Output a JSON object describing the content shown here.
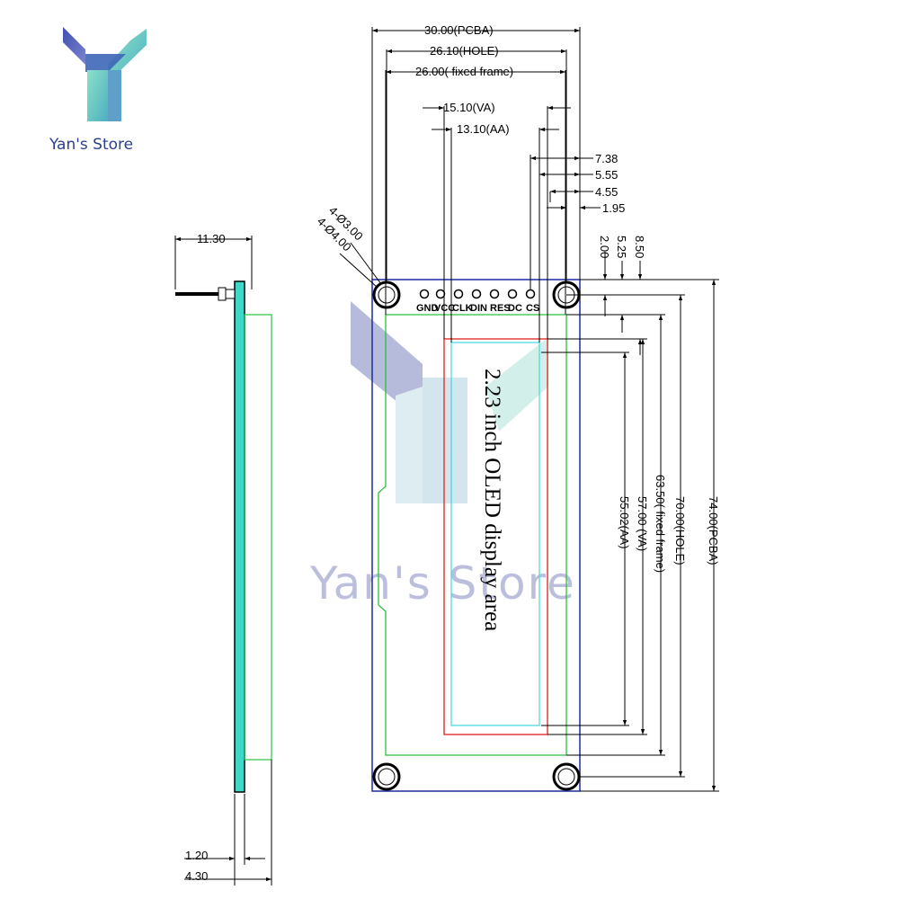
{
  "brand": {
    "store_name": "Yan's Store",
    "watermark": "Yan's Store"
  },
  "display_label": "2.23 inch OLED display area",
  "pins": [
    "GND",
    "VCC",
    "CLK",
    "DIN",
    "RES",
    "DC",
    "CS"
  ],
  "dimensions": {
    "top": {
      "pcba": "30.00(PCBA)",
      "hole": "26.10(HOLE)",
      "fixed_frame": "26.00( fixed frame)",
      "va": "15.10(VA)",
      "aa": "13.10(AA)",
      "d738": "7.38",
      "d555": "5.55",
      "d455": "4.55",
      "d195": "1.95"
    },
    "holes": {
      "hole_small": "4-Ø3.00",
      "hole_large": "4-Ø4.00"
    },
    "right": {
      "d200": "2.00",
      "d525": "5.25",
      "d850": "8.50",
      "pcba": "74.00(PCBA)",
      "hole": "70.00(HOLE)",
      "fixed_frame": "63.50( fixed frame)",
      "va": "57.00 (VA)",
      "aa": "55.02(AA)"
    },
    "side": {
      "d1130": "11.30",
      "d120": "1.20",
      "d430": "4.30"
    }
  },
  "colors": {
    "pcb_outline": "#1f2aa0",
    "fixed_frame": "#2bc040",
    "va": "#e02020",
    "aa": "#40d8e0",
    "board_side": "#40d8c8",
    "logo_left": "#3a4aa8",
    "logo_right": "#6ad0b8",
    "logo_stem": "#5ab8c8"
  },
  "icons": [
    "store-logo-icon",
    "watermark-logo-icon",
    "mounting-hole-icon"
  ]
}
